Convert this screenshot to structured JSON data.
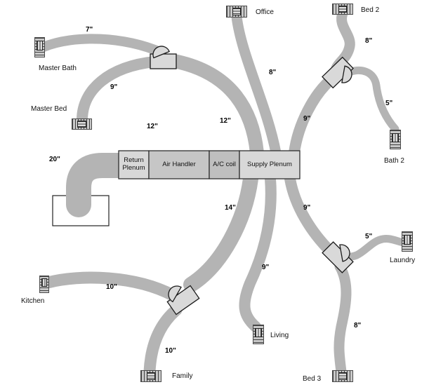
{
  "unit": {
    "return_plenum": "Return Plenum",
    "air_handler": "Air Handler",
    "ac_coil": "A/C coil",
    "supply_plenum": "Supply Plenum"
  },
  "rooms": {
    "master_bath": "Master Bath",
    "master_bed": "Master Bed",
    "office": "Office",
    "bed2": "Bed 2",
    "bath2": "Bath 2",
    "laundry": "Laundry",
    "kitchen": "Kitchen",
    "family": "Family",
    "living": "Living",
    "bed3": "Bed 3"
  },
  "duct_sizes": {
    "return_duct": "20\"",
    "master_bath": "7\"",
    "master_bed": "9\"",
    "trunk_master": "12\"",
    "trunk_master_b": "12\"",
    "office": "8\"",
    "bed2": "8\"",
    "bath2": "5\"",
    "trunk_bed2": "9\"",
    "trunk_laundry": "9\"",
    "laundry": "5\"",
    "bed3": "8\"",
    "living": "9\"",
    "trunk_family": "14\"",
    "kitchen": "10\"",
    "family": "10\""
  },
  "colors": {
    "background": "#ffffff",
    "duct": "#b4b4b4",
    "fitting_fill": "#d9d9d9",
    "plenum_fill": "#d8d8d8",
    "air_handler_fill": "#c6c6c6",
    "coil_fill": "#bfbfbf",
    "outline": "#1a1a1a",
    "register_fill": "#c9c9c9"
  }
}
